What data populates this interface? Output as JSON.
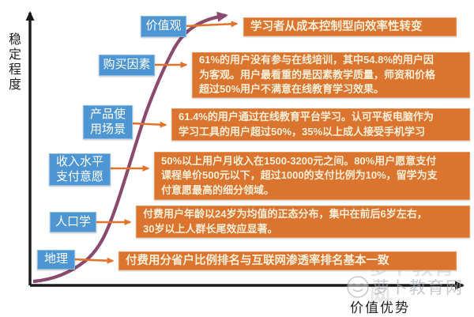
{
  "axes": {
    "y_label": "稳定程度",
    "x_label": "价值优势"
  },
  "rows": [
    {
      "label": "价值观",
      "text": "学习者从成本控制型向效率性转变"
    },
    {
      "label": "购买因素",
      "text": "61%的用户没有参与在线培训，其中54.8%的用户因\n为客观。用户最看重的是因素教学质量，师资和价格\n超过50%用户不满意在线教育学习效果。"
    },
    {
      "label": "产品使\n用场景",
      "text": "61.4%的用户通过在线教育平台学习。认可平板电脑作为\n学习工具的用户超过50%，35%以上成人接受手机学习"
    },
    {
      "label": "收入水平\n支付意愿",
      "text": "50%以上用户月收入在1500-3200元之间。80%用户愿意支付\n课程单价500元以下，超过1000的支付比例为10%，留学为支\n付意愿最高的细分领域。"
    },
    {
      "label": "人口学",
      "text": "付费用户年龄以24岁为均值的正态分布，集中在前后6岁左右，\n30岁以上人群长尾效应显著。"
    },
    {
      "label": "地理",
      "text": "付费用分省户比例排名与互联网渗透率排名基本一致"
    }
  ],
  "watermark": {
    "text": "萝卜教育网"
  },
  "colors": {
    "label_blue": "#4E96D3",
    "box_orange": "#DB742F",
    "curve_plum": "#8A4A6E",
    "arrow_orange": "#E2732C",
    "axis_black": "#1A1A1A",
    "box_text": "#FBEFD8",
    "label_text": "#FFFFFF",
    "watermark_gray": "#A9ADB3"
  }
}
